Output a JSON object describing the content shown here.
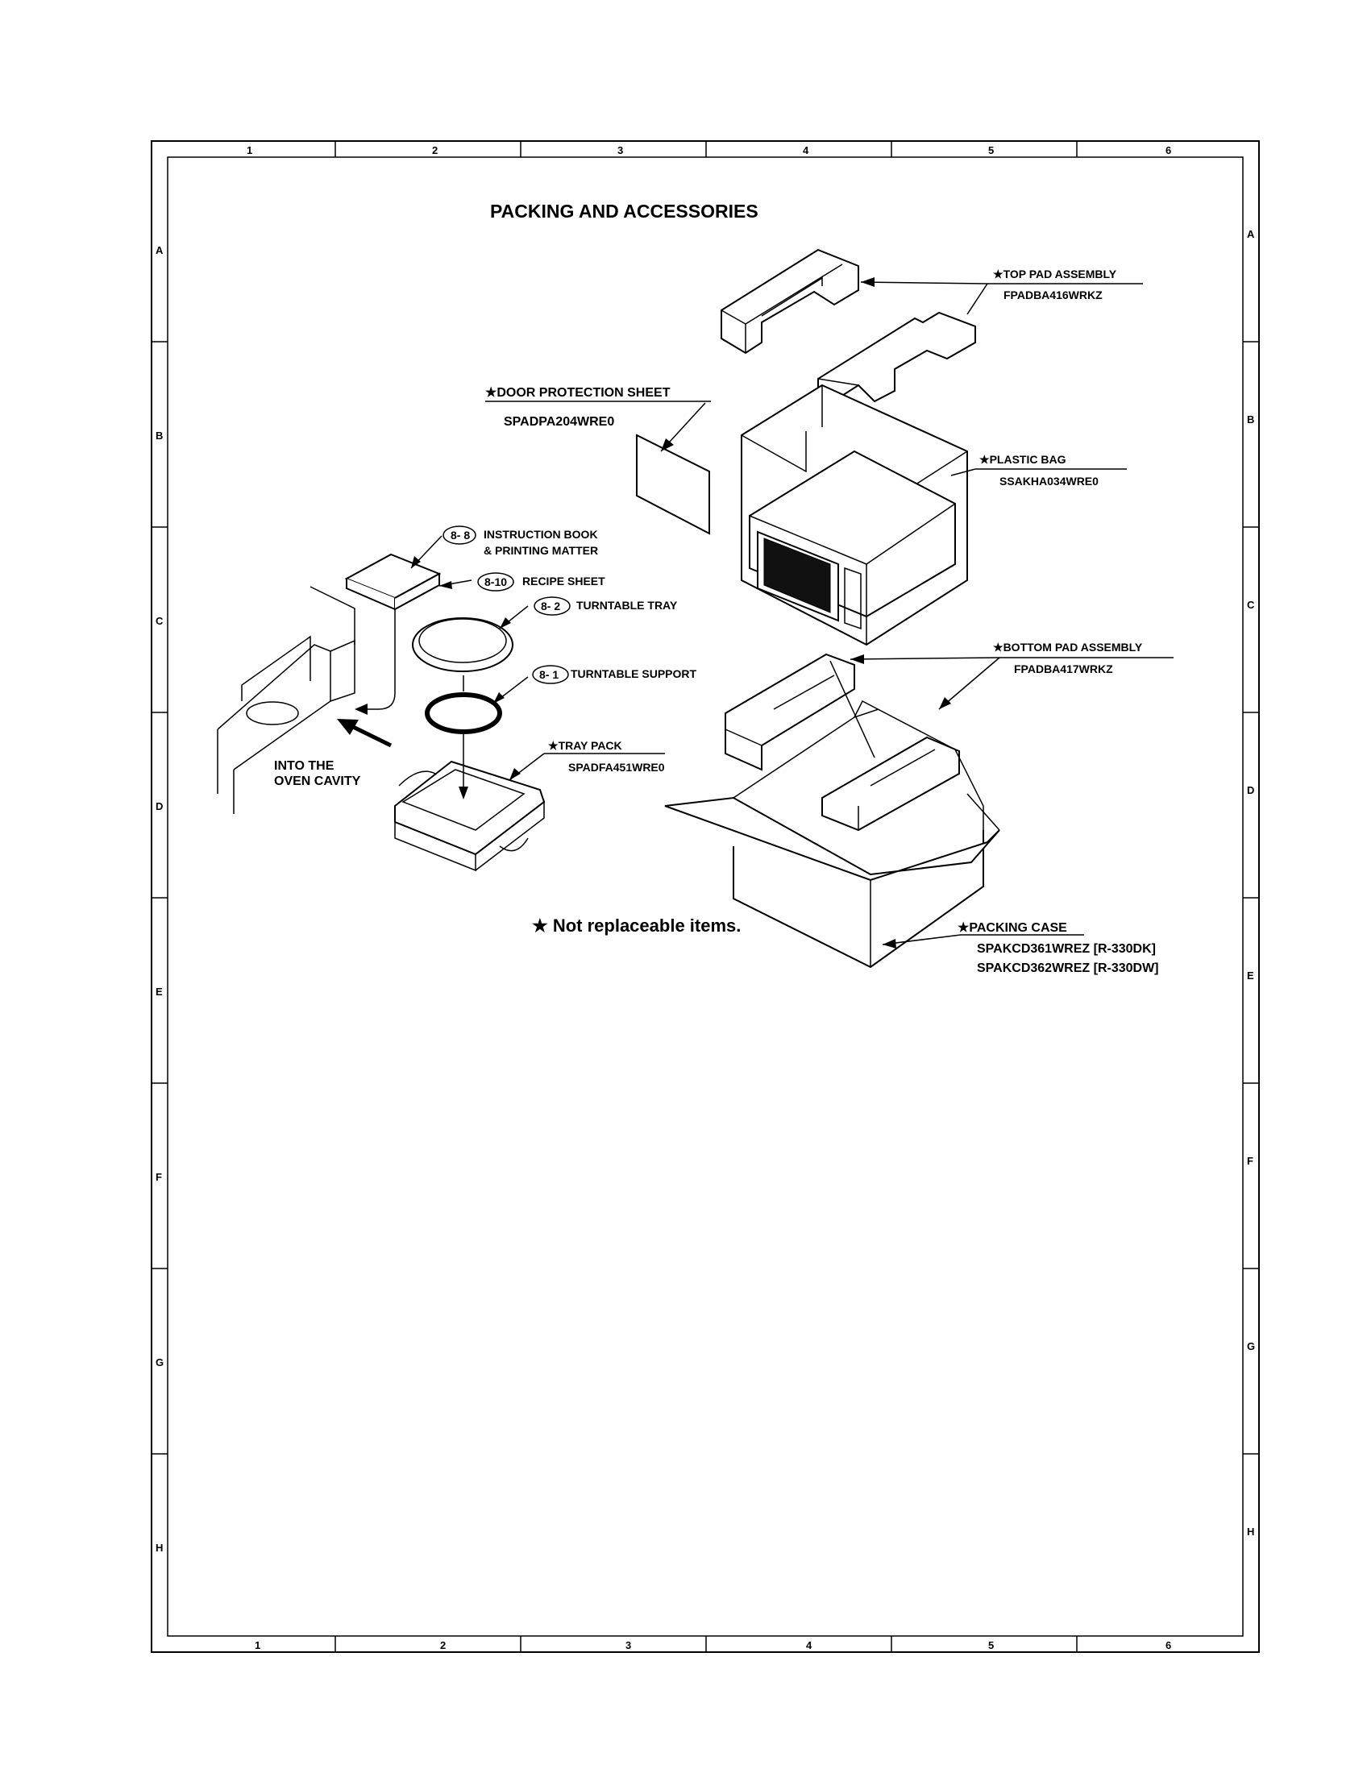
{
  "title": "PACKING AND ACCESSORIES",
  "grid": {
    "columns": [
      "1",
      "2",
      "3",
      "4",
      "5",
      "6"
    ],
    "rows": [
      "A",
      "B",
      "C",
      "D",
      "E",
      "F",
      "G",
      "H"
    ]
  },
  "star": "★",
  "labels": {
    "top_pad": {
      "name": "TOP PAD ASSEMBLY",
      "part": "FPADBA416WRKZ"
    },
    "door_sheet": {
      "name": "DOOR PROTECTION SHEET",
      "part": "SPADPA204WRE0"
    },
    "plastic_bag": {
      "name": "PLASTIC BAG",
      "part": "SSAKHA034WRE0"
    },
    "instruction": {
      "ref": "8- 8",
      "line1": "INSTRUCTION BOOK",
      "line2": "& PRINTING MATTER"
    },
    "recipe": {
      "ref": "8-10",
      "name": "RECIPE SHEET"
    },
    "tray": {
      "ref": "8- 2",
      "name": "TURNTABLE TRAY"
    },
    "support": {
      "ref": "8- 1",
      "name": "TURNTABLE SUPPORT"
    },
    "bottom_pad": {
      "name": "BOTTOM PAD ASSEMBLY",
      "part": "FPADBA417WRKZ"
    },
    "tray_pack": {
      "name": "TRAY PACK",
      "part": "SPADFA451WRE0"
    },
    "oven_cavity": {
      "line1": "INTO THE",
      "line2": "OVEN CAVITY"
    },
    "packing_case": {
      "name": "PACKING CASE",
      "part1": "SPAKCD361WREZ [R-330DK]",
      "part2": "SPAKCD362WREZ [R-330DW]"
    }
  },
  "note": "★ Not replaceable items."
}
